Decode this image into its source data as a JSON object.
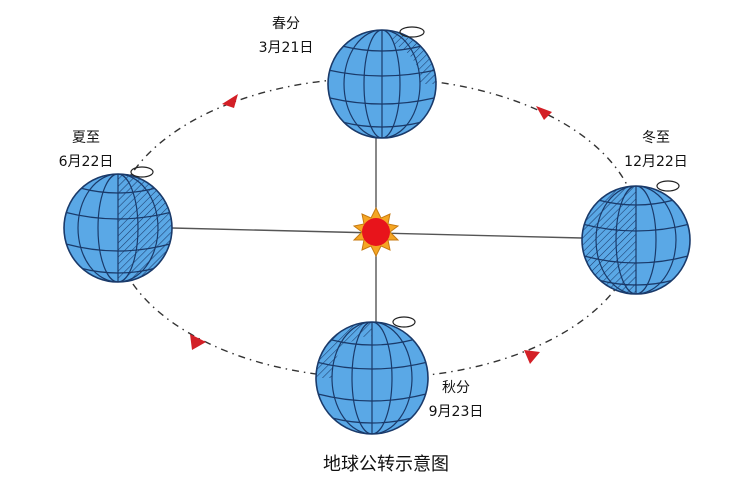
{
  "diagram": {
    "title": "地球公转示意图",
    "positions": [
      {
        "id": "spring",
        "name": "春分",
        "date": "3月21日"
      },
      {
        "id": "summer",
        "name": "夏至",
        "date": "6月22日"
      },
      {
        "id": "winter",
        "name": "冬至",
        "date": "12月22日"
      },
      {
        "id": "autumn",
        "name": "秋分",
        "date": "9月23日"
      }
    ]
  },
  "colors": {
    "earth_fill": "#5aa8e6",
    "earth_stroke": "#1a3a6a",
    "sun_core": "#e8141b",
    "sun_rays": "#f5a623",
    "arrow": "#d31f26",
    "orbit": "#333333",
    "axis_line": "#555555"
  }
}
